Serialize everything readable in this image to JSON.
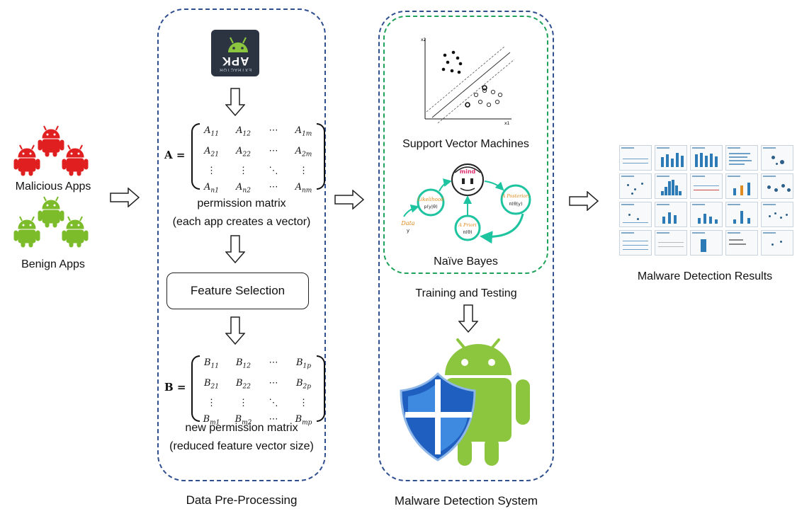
{
  "left": {
    "malicious_label": "Malicious Apps",
    "benign_label": "Benign Apps",
    "colors": {
      "malicious": "#e02020",
      "benign": "#7cbb2a"
    }
  },
  "preprocessing": {
    "apk_logo_text": "APK",
    "apk_logo_sub": "EXTRACTOR",
    "matrix_a": {
      "lhs": "A =",
      "cells": [
        "A11",
        "A12",
        "⋯",
        "A1m",
        "A21",
        "A22",
        "⋯",
        "A2m",
        "⋮",
        "⋮",
        "⋱",
        "⋮",
        "An1",
        "An2",
        "⋯",
        "Anm"
      ]
    },
    "matrix_a_caption_1": "permission matrix",
    "matrix_a_caption_2": "(each app creates a vector)",
    "feature_selection": "Feature Selection",
    "matrix_b": {
      "lhs": "B =",
      "cells": [
        "B11",
        "B12",
        "⋯",
        "B1p",
        "B21",
        "B22",
        "⋯",
        "B2p",
        "⋮",
        "⋮",
        "⋱",
        "⋮",
        "Bm1",
        "Bm2",
        "⋯",
        "Bmp"
      ]
    },
    "matrix_b_caption_1": "new permission matrix",
    "matrix_b_caption_2": "(reduced feature vector size)",
    "title": "Data Pre-Processing"
  },
  "detection": {
    "svm_label": "Support Vector Machines",
    "svm_axis_x": "x1",
    "svm_axis_y": "x2",
    "nb_label": "Naïve Bayes",
    "nb_mind": "mind",
    "nb_likelihood": "Likelihood",
    "nb_likelihood_formula": "p(y|θ)",
    "nb_posterior": "A Posteriori",
    "nb_posterior_formula": "π(θ|y)",
    "nb_prior": "A Priori",
    "nb_prior_formula": "π(θ)",
    "nb_data": "Data",
    "nb_data_var": "y",
    "training_label": "Training and Testing",
    "title": "Malware Detection System",
    "colors": {
      "outer_border": "#2f4f8f",
      "inner_border": "#1fa35a",
      "shield": "#1f5fbf",
      "android": "#8cc63f"
    }
  },
  "results": {
    "title": "Malware Detection Results"
  }
}
